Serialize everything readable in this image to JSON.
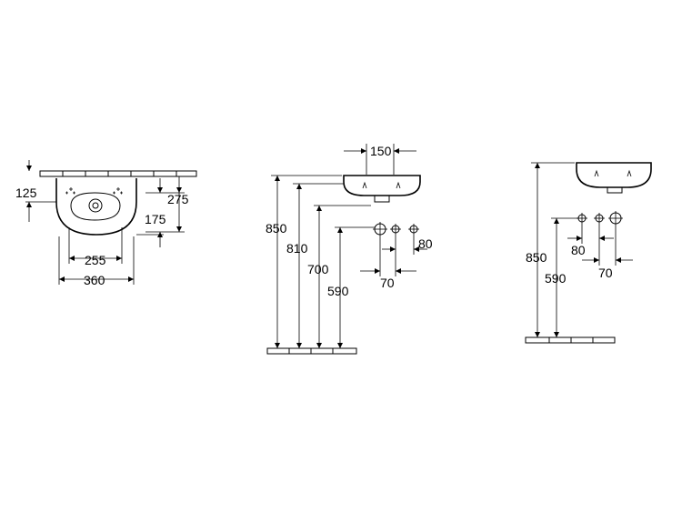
{
  "views": {
    "top": {
      "dim_depth_front": "125",
      "dim_depth_total": "275",
      "dim_depth_outlet": "175",
      "dim_tap_spacing": "255",
      "dim_width": "360"
    },
    "front": {
      "dim_outlet_width": "150",
      "dim_height_rim": "850",
      "dim_height_basin": "810",
      "dim_height_outlet": "700",
      "dim_height_supply": "590",
      "dim_supply_offset": "80",
      "dim_supply_spacing": "70"
    },
    "side": {
      "dim_height_rim": "850",
      "dim_height_supply": "590",
      "dim_supply_offset": "80",
      "dim_supply_spacing": "70"
    }
  },
  "colors": {
    "line": "#000000",
    "background": "#ffffff"
  }
}
